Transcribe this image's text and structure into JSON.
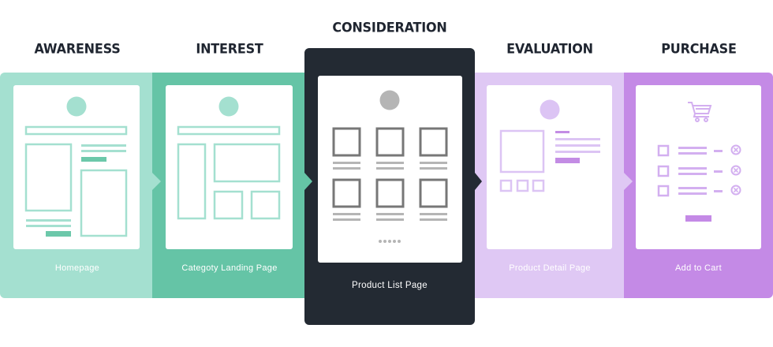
{
  "stages": [
    {
      "heading": "AWARENESS",
      "label": "Homepage",
      "bg": "#a4e0d0",
      "accent": "#a4e0d0",
      "fill": "#6cc8aa"
    },
    {
      "heading": "INTEREST",
      "label": "Categoty Landing Page",
      "bg": "#65c4a6",
      "accent": "#a4e0d0"
    },
    {
      "heading": "CONSIDERATION",
      "label": "Product List Page",
      "bg": "#232a33",
      "accent": "#777777",
      "light": "#b5b5b5"
    },
    {
      "heading": "EVALUATION",
      "label": "Product Detail Page",
      "bg": "#dfc8f4",
      "accent": "#dcc4f4",
      "fill": "#c38ce4"
    },
    {
      "heading": "PURCHASE",
      "label": "Add to Cart",
      "bg": "#c48ae6",
      "accent": "#d3aff0",
      "fill": "#c48ae6"
    }
  ],
  "icons": {
    "stage5": "shopping-cart-icon"
  }
}
